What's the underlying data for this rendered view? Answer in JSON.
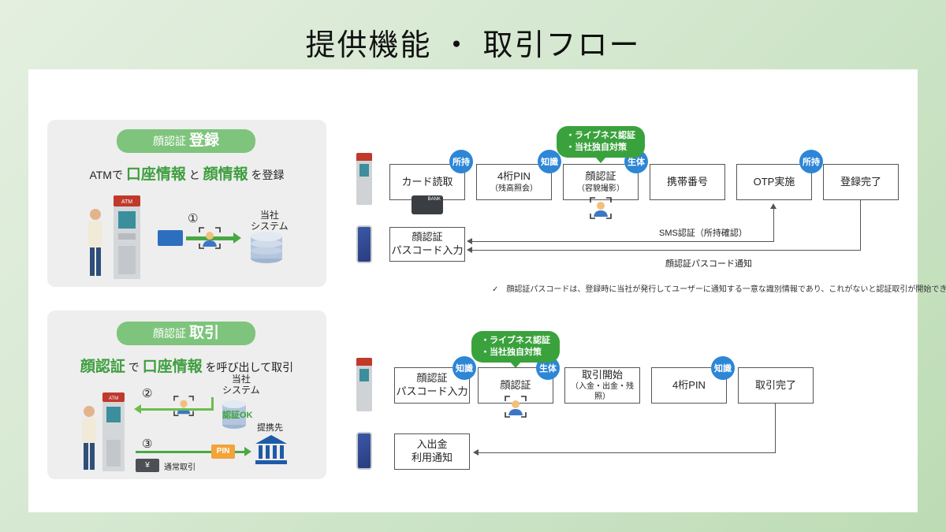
{
  "slide_title": "提供機能 ・ 取引フロー",
  "register": {
    "pill_prefix": "顔認証",
    "pill_bold": "登録",
    "desc_lead": "ATMで",
    "desc_k1": "口座情報",
    "desc_and": "と",
    "desc_k2": "顔情報",
    "desc_tail": "を登録",
    "step1": "①",
    "system_line1": "当社",
    "system_line2": "システム"
  },
  "transaction": {
    "pill_prefix": "顔認証",
    "pill_bold": "取引",
    "desc_k1": "顔認証",
    "desc_de": "で",
    "desc_k2": "口座情報",
    "desc_tail": "を呼び出して取引",
    "step2": "②",
    "step3": "③",
    "system_line1": "当社",
    "system_line2": "システム",
    "ok_text": "認証OK",
    "partner": "提携先",
    "pin": "PIN",
    "normal": "通常取引",
    "yen": "¥"
  },
  "flow1": {
    "card": "カード読取",
    "pin_main": "4桁PIN",
    "pin_sub": "（残高照会）",
    "face_main": "顔認証",
    "face_sub": "（容貌撮影）",
    "mobile": "携帯番号",
    "otp": "OTP実施",
    "done": "登録完了",
    "passcode_l1": "顔認証",
    "passcode_l2": "パスコード入力",
    "sms": "SMS認証（所持確認）",
    "notify": "顔認証パスコード通知",
    "badge_card": "所持",
    "badge_pin": "知識",
    "badge_face": "生体",
    "badge_otp": "所持",
    "bubble_l1": "・ライブネス認証",
    "bubble_l2": "・当社独自対策",
    "bank": "BANK",
    "note": "✓　顔認証パスコードは、登録時に当社が発行してユーザーに通知する一意な識別情報であり、これがないと認証取引が開始できない"
  },
  "flow2": {
    "passcode_l1": "顔認証",
    "passcode_l2": "パスコード入力",
    "face": "顔認証",
    "start_main": "取引開始",
    "start_sub": "（入金・出金・残照）",
    "pin": "4桁PIN",
    "done": "取引完了",
    "notify_l1": "入出金",
    "notify_l2": "利用通知",
    "badge_pass": "知識",
    "badge_face": "生体",
    "badge_pin": "知識",
    "bubble_l1": "・ライブネス認証",
    "bubble_l2": "・当社独自対策"
  },
  "colors": {
    "accent_green": "#7ec47c",
    "keyword_green": "#3f9e3f",
    "bubble_green": "#3aa23d",
    "badge_blue": "#2d86d6"
  }
}
